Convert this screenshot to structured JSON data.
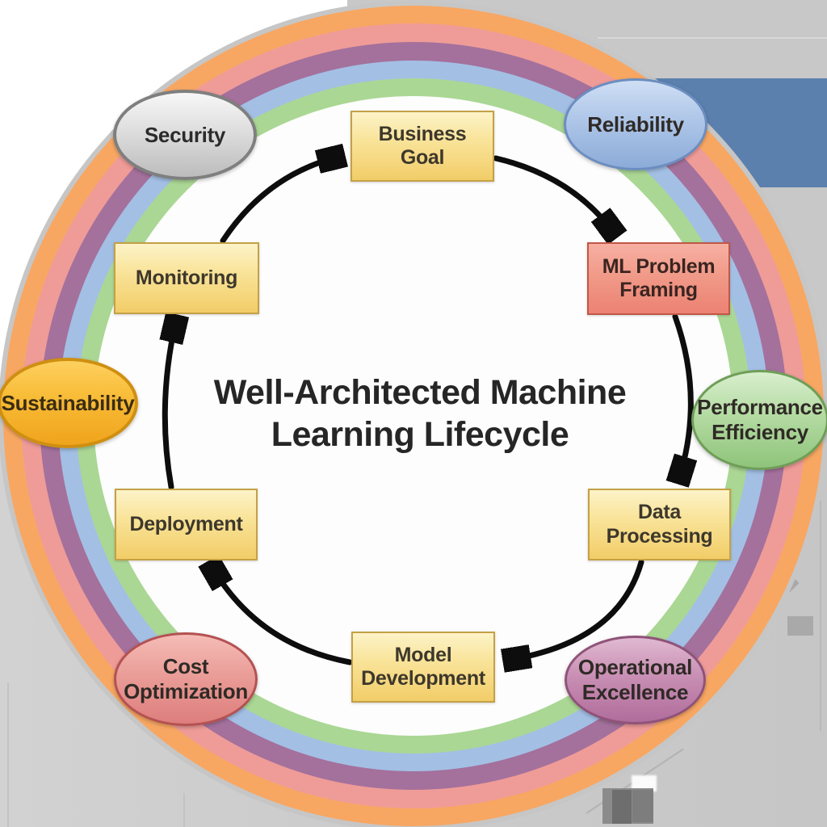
{
  "diagram": {
    "title_line1": "Well-Architected Machine",
    "title_line2": "Learning Lifecycle",
    "stages": [
      {
        "label": "Business Goal"
      },
      {
        "label": "ML Problem Framing"
      },
      {
        "label": "Data Processing"
      },
      {
        "label": "Model Development"
      },
      {
        "label": "Deployment"
      },
      {
        "label": "Monitoring"
      }
    ],
    "pillars": [
      {
        "label": "Security"
      },
      {
        "label": "Reliability"
      },
      {
        "label": "Performance Efficiency"
      },
      {
        "label": "Operational Excellence"
      },
      {
        "label": "Cost Optimization"
      },
      {
        "label": "Sustainability"
      }
    ],
    "colors": {
      "ring_gray": "#c6c6c6",
      "ring_orange": "#f8a763",
      "ring_pink": "#ef9b98",
      "ring_purple": "#a4719c",
      "ring_blue": "#a3bfe4",
      "ring_green": "#abd795",
      "stage_box_yellow": "#f2cd68",
      "stage_box_red": "#ec8273",
      "pillar_security": "#bcbcbc",
      "pillar_reliability": "#8cabd8",
      "pillar_performance_efficiency": "#8fc47b",
      "pillar_operational_excellence": "#b06d9c",
      "pillar_cost_optimization": "#dd7e7d",
      "pillar_sustainability": "#f0a41d",
      "arrow_black": "#0d0d0d",
      "background_blue_banner": "#5b80ad",
      "background_gray": "#c8c8c8"
    }
  }
}
